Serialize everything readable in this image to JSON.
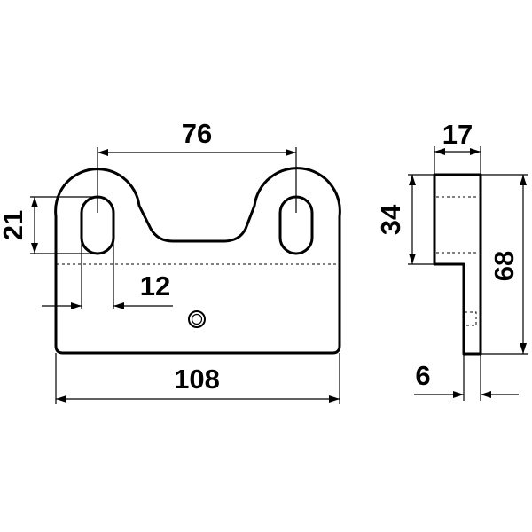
{
  "drawing": {
    "front_view": {
      "dim_slot_spacing": "76",
      "dim_slot_length": "21",
      "dim_slot_width": "12",
      "dim_total_width": "108"
    },
    "side_view": {
      "dim_thickness_top": "17",
      "dim_upper_height": "34",
      "dim_total_height": "68",
      "dim_thickness_bottom": "6"
    },
    "line_color": "#000000"
  }
}
